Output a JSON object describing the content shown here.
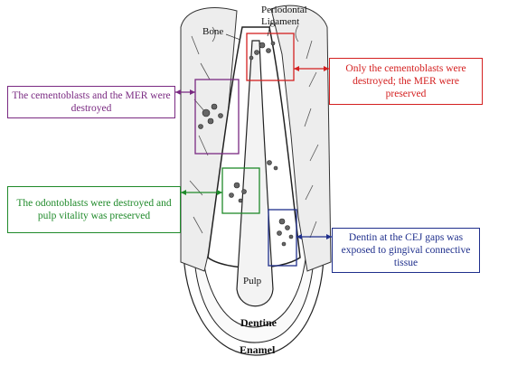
{
  "labels": {
    "periodontal": "Periodontal",
    "ligament": "Ligament",
    "bone": "Bone",
    "pulp": "Pulp",
    "dentine": "Dentine",
    "enamel": "Enamel"
  },
  "callouts": {
    "cementoblasts": {
      "text": "Only the cementoblasts were destroyed; the MER were preserved",
      "color": "#d42020"
    },
    "cementoblasts_mer": {
      "text": "The cementoblasts and the MER were destroyed",
      "color": "#7a2a82"
    },
    "odontoblasts": {
      "text": "The odontoblasts were destroyed and pulp vitality was preserved",
      "color": "#1f8a2a"
    },
    "dentin": {
      "text": "Dentin at the CEJ gaps was exposed to gingival connective tissue",
      "color": "#1f2f8c"
    }
  }
}
